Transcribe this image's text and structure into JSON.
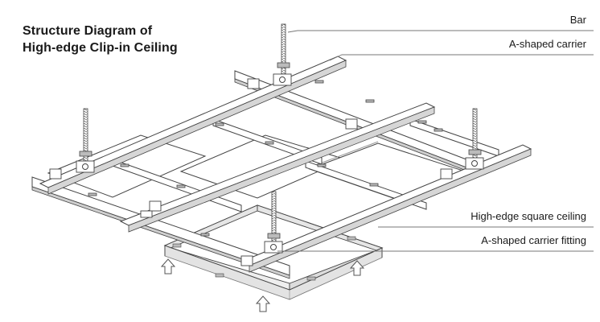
{
  "title": {
    "line1": "Structure Diagram of",
    "line2": "High-edge Clip-in Ceiling"
  },
  "labels": {
    "bar": "Bar",
    "a_carrier": "A-shaped carrier",
    "square_ceiling": "High-edge square ceiling",
    "carrier_fitting": "A-shaped carrier fitting"
  },
  "colors": {
    "line": "#444444",
    "face": "#ffffff",
    "shade": "#e6e6e6",
    "dark": "#9a9a9a",
    "leader": "#777777"
  }
}
